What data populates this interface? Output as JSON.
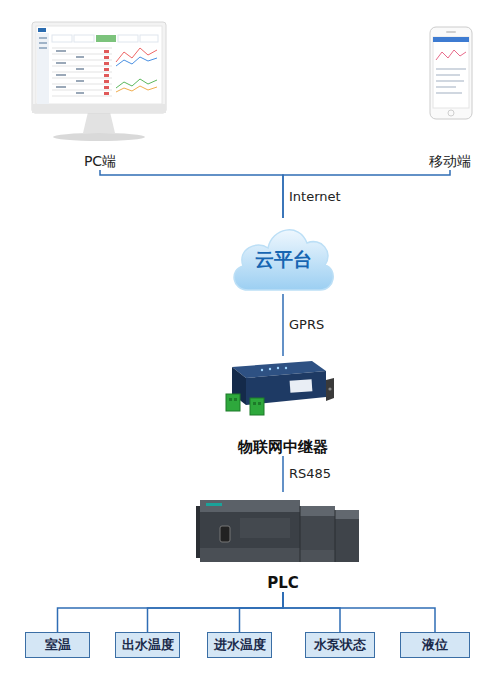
{
  "diagram": {
    "nodes": [
      {
        "text": [
          "PC端"
        ]
      },
      {
        "text": [
          "移动端"
        ]
      },
      {
        "text": [
          "云平台"
        ]
      },
      {
        "text": [
          "物联网中继器"
        ]
      },
      {
        "text": [
          "PLC"
        ]
      },
      {
        "text": [
          "室温"
        ]
      },
      {
        "text": [
          "出水温度"
        ]
      },
      {
        "text": [
          "进水温度"
        ]
      },
      {
        "text": [
          "水泵状态"
        ]
      },
      {
        "text": [
          "液位"
        ]
      }
    ],
    "edges": [
      {
        "from": 0,
        "to": 2,
        "arrow": "none",
        "label": "Internet"
      },
      {
        "from": 1,
        "to": 2,
        "arrow": "none"
      },
      {
        "from": 2,
        "to": 3,
        "arrow": "none",
        "label": "GPRS"
      },
      {
        "from": 3,
        "to": 4,
        "arrow": "none",
        "label": "RS485"
      },
      {
        "from": 4,
        "to": 5,
        "arrow": "none"
      },
      {
        "from": 4,
        "to": 6,
        "arrow": "none"
      },
      {
        "from": 4,
        "to": 7,
        "arrow": "none"
      },
      {
        "from": 4,
        "to": 8,
        "arrow": "none"
      },
      {
        "from": 4,
        "to": 9,
        "arrow": "none"
      }
    ]
  }
}
